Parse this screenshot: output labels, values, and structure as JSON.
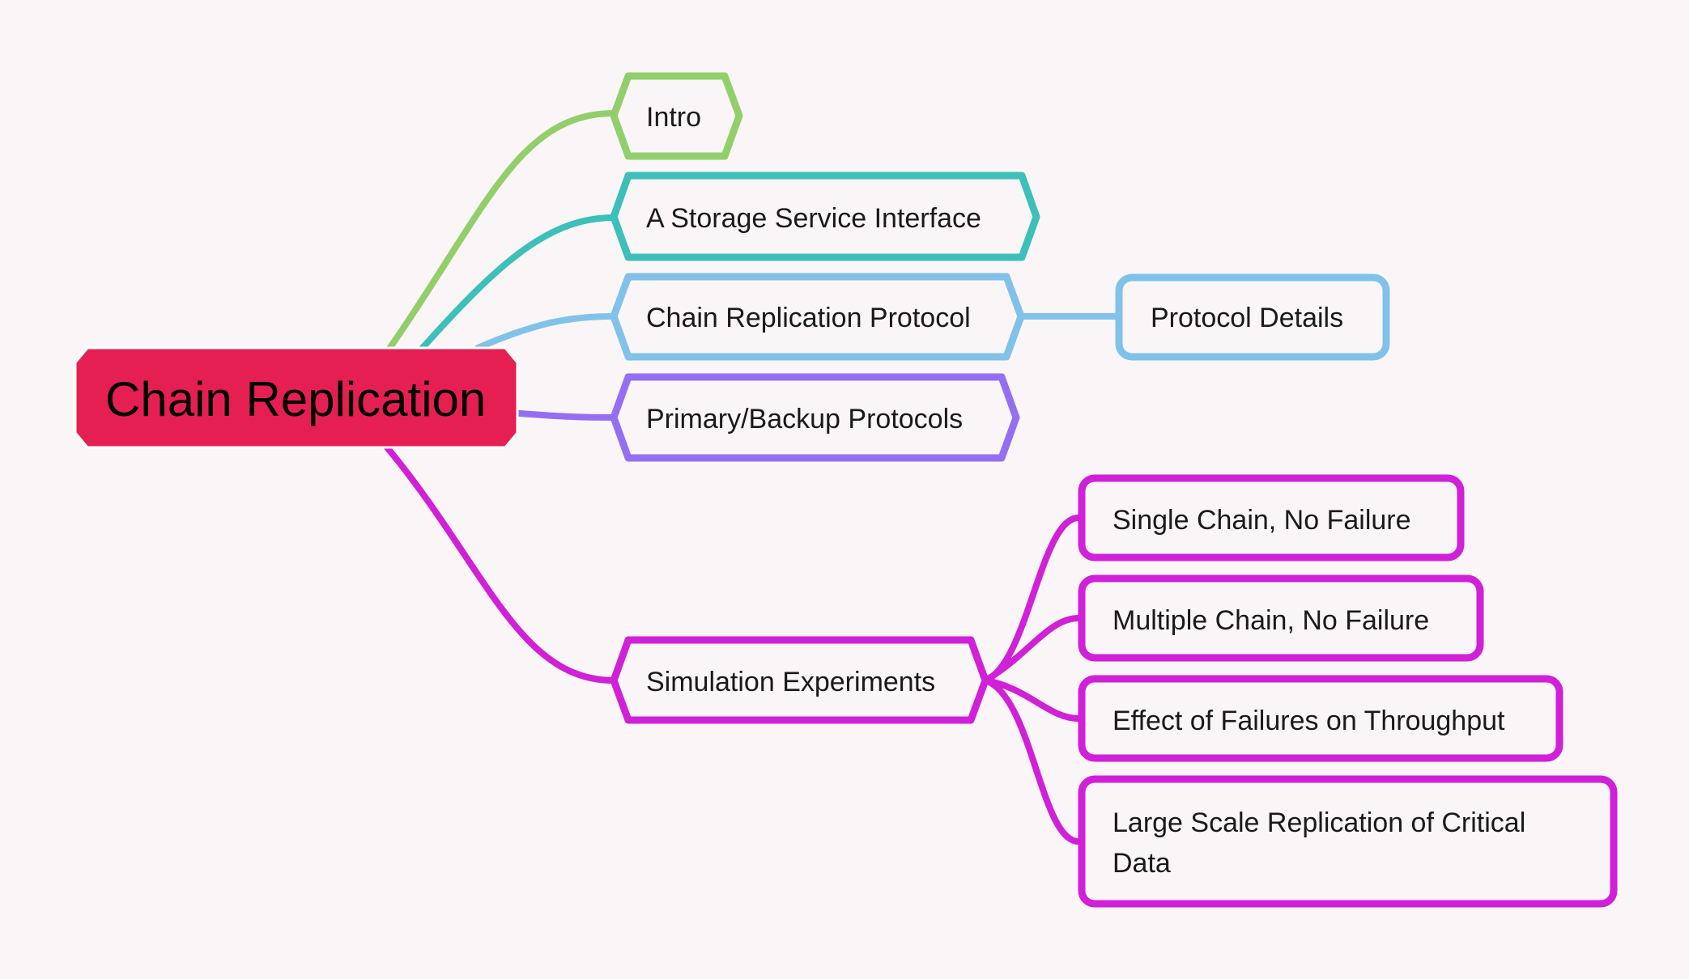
{
  "mindmap": {
    "root": {
      "label": "Chain Replication",
      "color": "#E51F52"
    },
    "branches": [
      {
        "label": "Intro",
        "color": "#92CF6A"
      },
      {
        "label": "A Storage Service Interface",
        "color": "#3DBFBA"
      },
      {
        "label": "Chain Replication Protocol",
        "color": "#80C2EA",
        "children": [
          {
            "label": "Protocol Details"
          }
        ]
      },
      {
        "label": "Primary/Backup Protocols",
        "color": "#9370F2"
      },
      {
        "label": "Simulation Experiments",
        "color": "#D020D8",
        "children": [
          {
            "label": "Single Chain, No Failure"
          },
          {
            "label": "Multiple Chain, No Failure"
          },
          {
            "label": "Effect of Failures on Throughput"
          },
          {
            "label": "Large Scale Replication of Critical",
            "label_line2": "Data"
          }
        ]
      }
    ]
  }
}
